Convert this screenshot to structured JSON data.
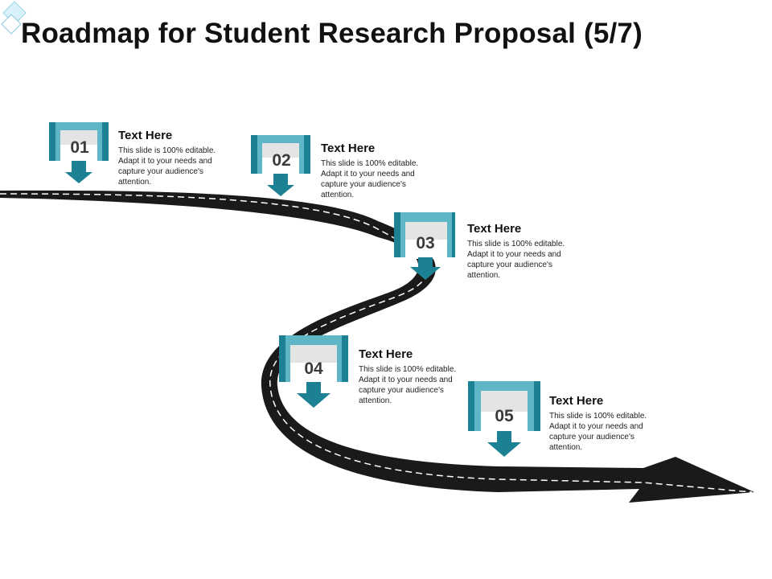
{
  "title": "Roadmap for Student Research Proposal (5/7)",
  "colors": {
    "accent": "#1c8192",
    "accent_light": "#5fb6c6",
    "road": "#1a1a1a",
    "number_panel": "#e4e4e4"
  },
  "steps": [
    {
      "number": "01",
      "heading": "Text Here",
      "body": "This slide is 100% editable. Adapt it to your needs and capture your audience's attention."
    },
    {
      "number": "02",
      "heading": "Text Here",
      "body": "This slide is 100% editable. Adapt it to your needs and capture your audience's attention."
    },
    {
      "number": "03",
      "heading": "Text Here",
      "body": "This slide is 100% editable. Adapt it to your needs and capture your audience's attention."
    },
    {
      "number": "04",
      "heading": "Text Here",
      "body": "This slide is 100% editable. Adapt it to your needs and capture your audience's attention."
    },
    {
      "number": "05",
      "heading": "Text Here",
      "body": "This slide is 100% editable. Adapt it to your needs and capture your audience's attention."
    }
  ]
}
